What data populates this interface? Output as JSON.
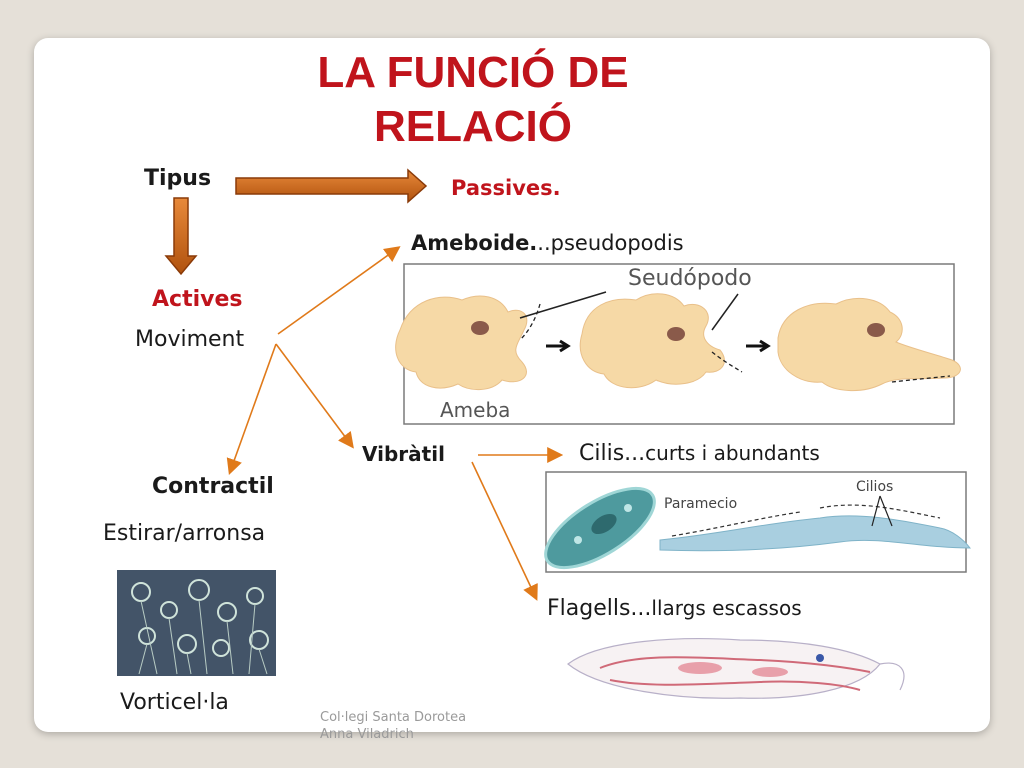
{
  "title": {
    "line1": "LA FUNCIÓ DE",
    "line2": "RELACIÓ"
  },
  "tipus": "Tipus",
  "passives": "Passives.",
  "actives": "Actives",
  "moviment": "Moviment",
  "ameboide": {
    "bold": "Ameboide.",
    "rest": "..pseudopodis"
  },
  "ameba_figure": {
    "label_seudopodo": "Seudópodo",
    "label_ameba": "Ameba"
  },
  "vibratil": "Vibràtil",
  "cilis": {
    "main": "Cilis...",
    "rest": "curts i abundants"
  },
  "paramecio_figure": {
    "label_paramecio": "Paramecio",
    "label_cilios": "Cilios"
  },
  "flagells": {
    "main": "Flagells...",
    "rest": "llargs escassos"
  },
  "contractil": "Contractil",
  "estirar": "Estirar/arronsa",
  "vorticella": "Vorticel·la",
  "footer": {
    "line1": "Col·legi Santa Dorotea",
    "line2": "Anna Viladrich"
  },
  "colors": {
    "accent_red": "#c0141c",
    "arrow_orange": "#e07a1a",
    "block_arrow": "#d2691e",
    "cell": "#f6d9a6"
  }
}
